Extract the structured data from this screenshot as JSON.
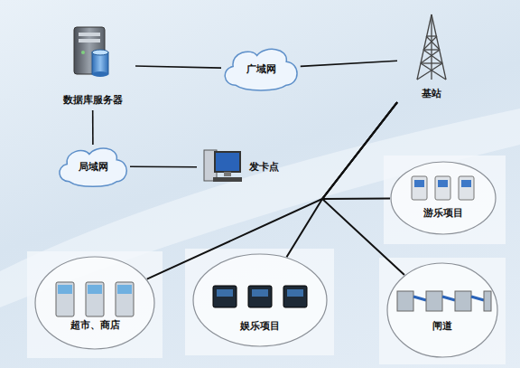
{
  "diagram": {
    "nodes": [
      {
        "text": [
          "数据库服务器"
        ]
      },
      {
        "text": [
          "广域网"
        ]
      },
      {
        "text": [
          "基站"
        ]
      },
      {
        "text": [
          "局域网"
        ]
      },
      {
        "text": [
          "发卡点"
        ]
      },
      {
        "text": [
          "游乐项目"
        ]
      },
      {
        "text": [
          "超市、商店"
        ]
      },
      {
        "text": [
          "娱乐项目"
        ]
      },
      {
        "text": [
          "闸道"
        ]
      }
    ],
    "edges": [
      {
        "from": 0,
        "to": 1,
        "arrow": "none"
      },
      {
        "from": 1,
        "to": 2,
        "arrow": "none"
      },
      {
        "from": 0,
        "to": 3,
        "arrow": "none"
      },
      {
        "from": 3,
        "to": 4,
        "arrow": "none"
      },
      {
        "from": 2,
        "to": 5,
        "arrow": "none"
      },
      {
        "from": 2,
        "to": 6,
        "arrow": "none"
      },
      {
        "from": 2,
        "to": 7,
        "arrow": "none"
      },
      {
        "from": 2,
        "to": 8,
        "arrow": "none"
      }
    ]
  }
}
